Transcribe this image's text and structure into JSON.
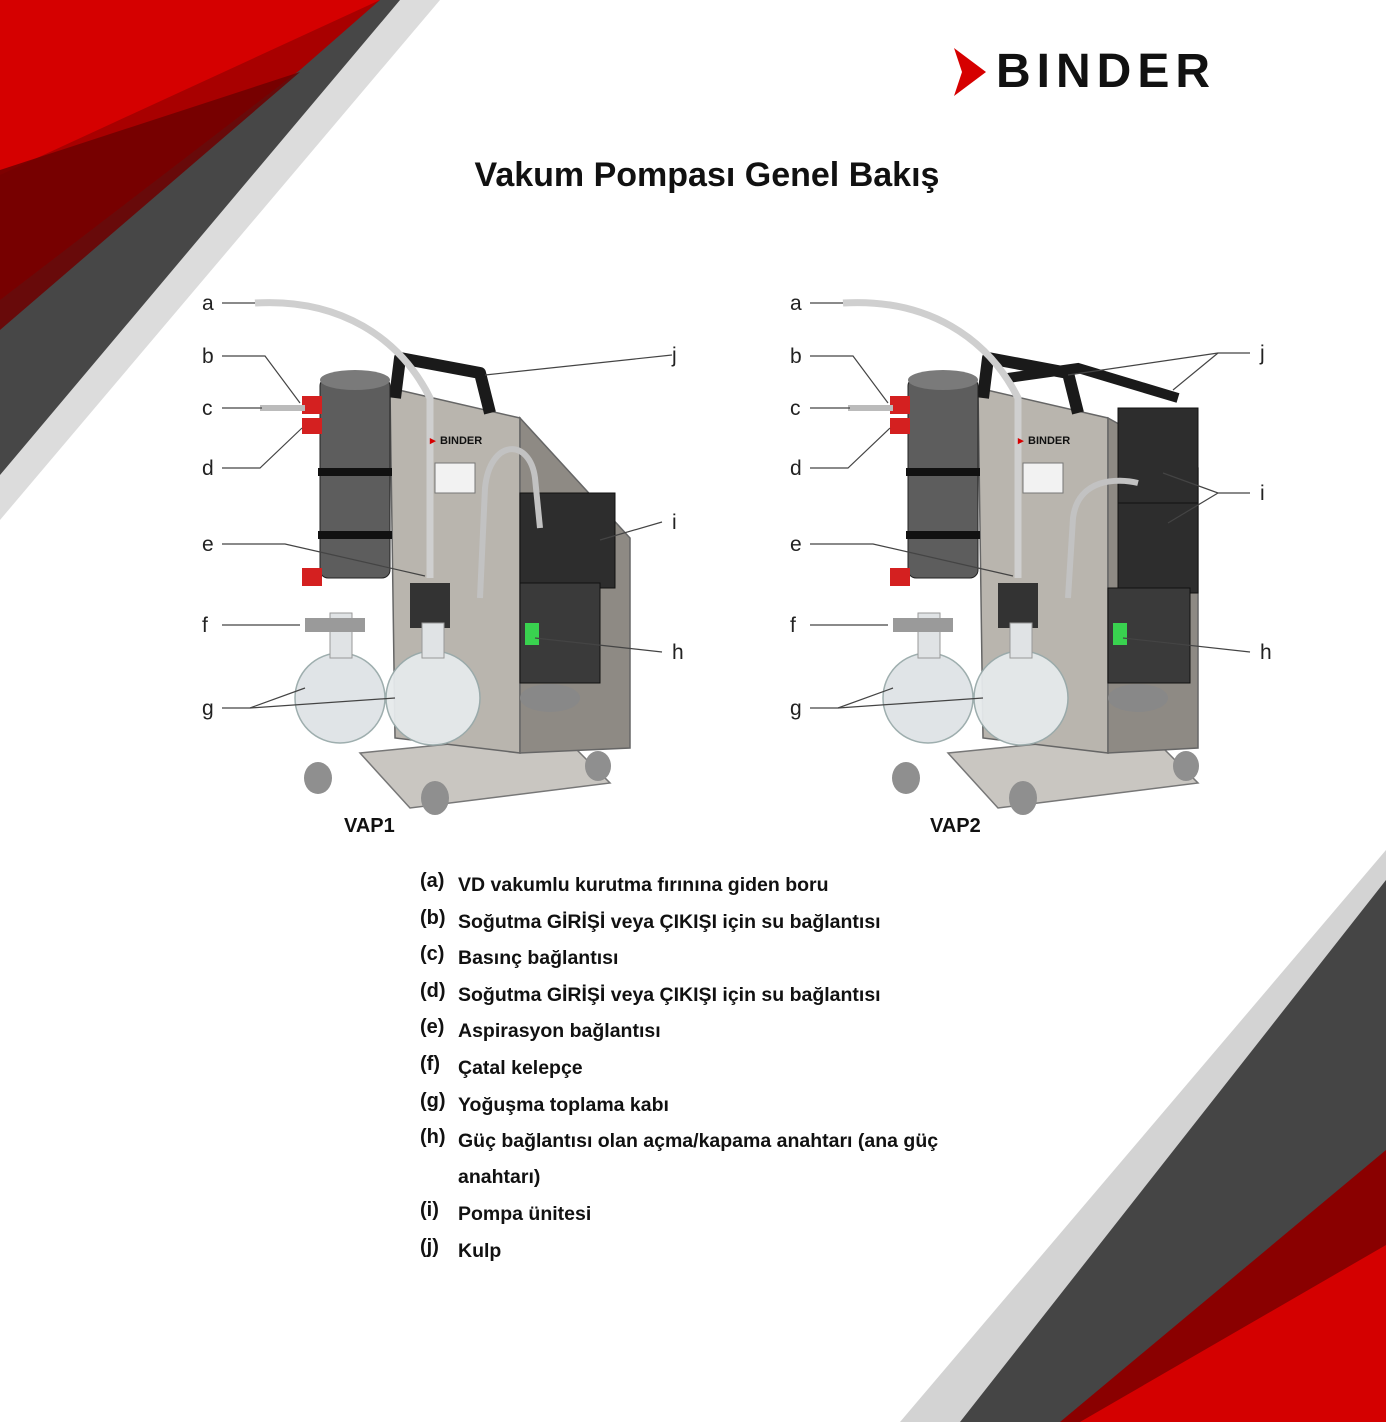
{
  "brand": {
    "name": "BINDER",
    "accent": "#d60000",
    "dark": "#3d3d3d"
  },
  "title": "Vakum Pompası Genel Bakış",
  "figures": [
    {
      "caption": "VAP1",
      "labels": {
        "a": "a",
        "b": "b",
        "c": "c",
        "d": "d",
        "e": "e",
        "f": "f",
        "g": "g",
        "h": "h",
        "i": "i",
        "j": "j"
      },
      "panel_brand": "BINDER"
    },
    {
      "caption": "VAP2",
      "labels": {
        "a": "a",
        "b": "b",
        "c": "c",
        "d": "d",
        "e": "e",
        "f": "f",
        "g": "g",
        "h": "h",
        "i": "i",
        "j": "j"
      },
      "panel_brand": "BINDER"
    }
  ],
  "legend": [
    {
      "key": "(a)",
      "text": "VD vakumlu kurutma fırınına giden boru"
    },
    {
      "key": "(b)",
      "text": "Soğutma GİRİŞİ veya ÇIKIŞI için su bağlantısı"
    },
    {
      "key": "(c)",
      "text": "Basınç bağlantısı"
    },
    {
      "key": "(d)",
      "text": "Soğutma GİRİŞİ veya ÇIKIŞI için su bağlantısı"
    },
    {
      "key": "(e)",
      "text": "Aspirasyon bağlantısı"
    },
    {
      "key": "(f)",
      "text": "Çatal kelepçe"
    },
    {
      "key": "(g)",
      "text": "Yoğuşma toplama kabı"
    },
    {
      "key": "(h)",
      "text": "Güç bağlantısı olan açma/kapama anahtarı (ana güç anahtarı)"
    },
    {
      "key": "(i)",
      "text": "Pompa ünitesi"
    },
    {
      "key": "(j)",
      "text": "Kulp"
    }
  ]
}
